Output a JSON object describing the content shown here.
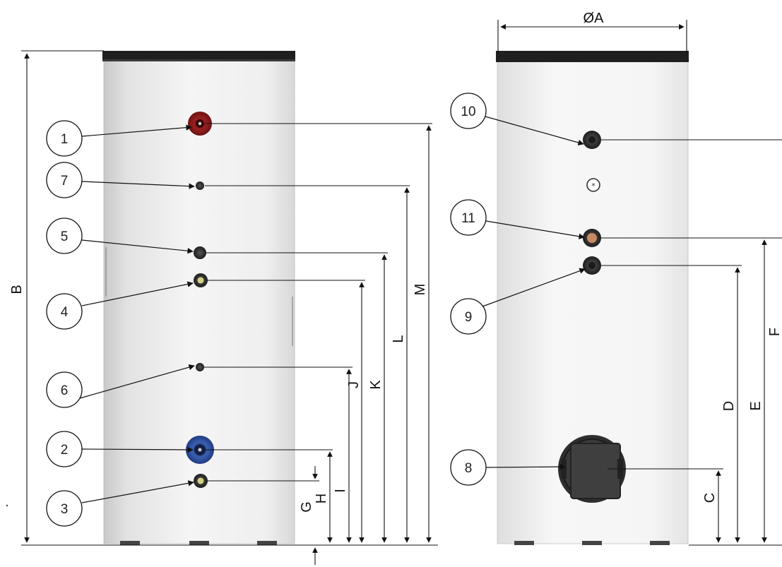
{
  "colors": {
    "background": "#ffffff",
    "line": "#111111",
    "tank_body_light": "#f4f4f4",
    "tank_body_dark": "#d2d2d2",
    "tank_top": "#1d1d1d",
    "port_red": "#8b1a1a",
    "port_blue": "#2d4e9b",
    "port_dark": "#2a2a2a",
    "port_yellow": "#d6d08a",
    "port_copper": "#c98a62",
    "flange_dark": "#2b2b2b"
  },
  "front_view": {
    "callouts": [
      {
        "id": "callout-1",
        "label": "1"
      },
      {
        "id": "callout-7",
        "label": "7"
      },
      {
        "id": "callout-5",
        "label": "5"
      },
      {
        "id": "callout-4",
        "label": "4"
      },
      {
        "id": "callout-6",
        "label": "6"
      },
      {
        "id": "callout-2",
        "label": "2"
      },
      {
        "id": "callout-3",
        "label": "3"
      }
    ],
    "dimensions": {
      "B": "B",
      "M": "M",
      "L": "L",
      "K": "K",
      "J": "J",
      "I": "I",
      "H": "H",
      "G": "G"
    }
  },
  "side_view": {
    "callouts": [
      {
        "id": "callout-10",
        "label": "10"
      },
      {
        "id": "callout-11",
        "label": "11"
      },
      {
        "id": "callout-9",
        "label": "9"
      },
      {
        "id": "callout-8",
        "label": "8"
      }
    ],
    "dimensions": {
      "diameter": "ØA",
      "F": "F",
      "E": "E",
      "D": "D",
      "C": "C"
    }
  }
}
